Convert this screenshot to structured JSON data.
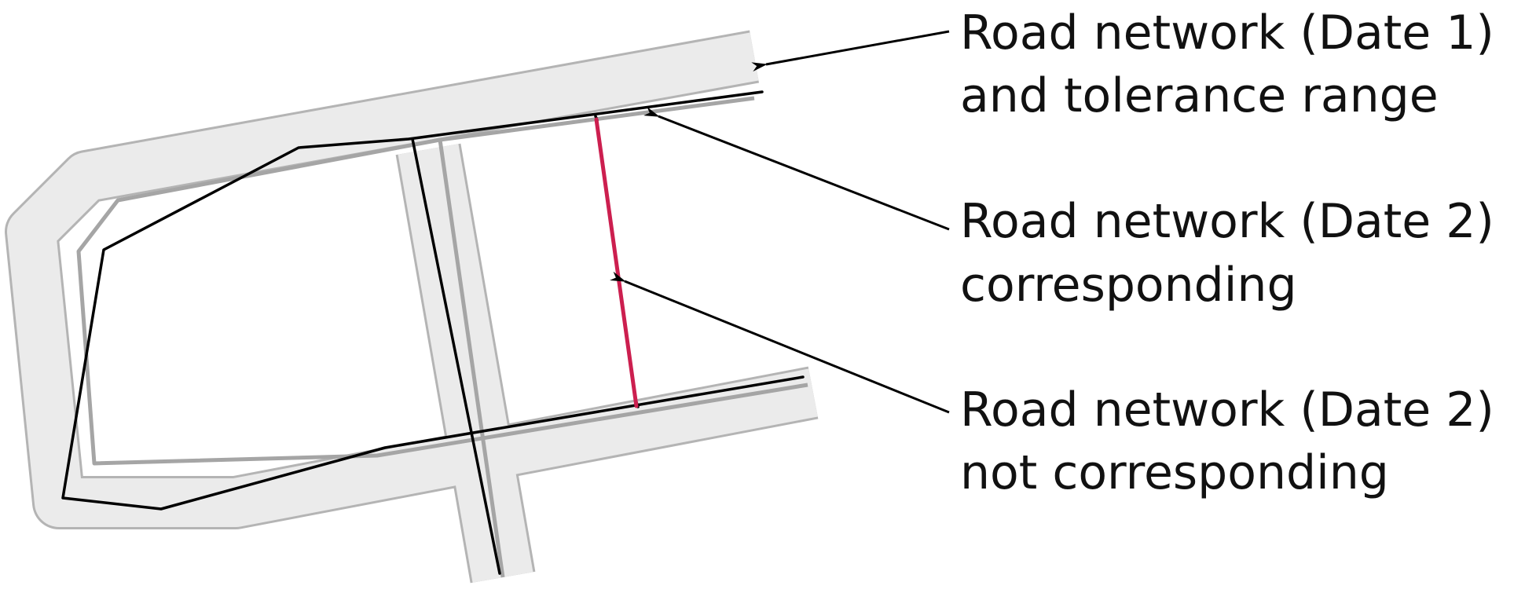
{
  "legend": [
    {
      "line1": "Road network (Date 1)",
      "line2": "and tolerance range"
    },
    {
      "line1": "Road network (Date 2)",
      "line2": "corresponding"
    },
    {
      "line1": "Road network (Date 2)",
      "line2": "not corresponding"
    }
  ],
  "colors": {
    "tolerance_fill": "#ebebeb",
    "tolerance_edge": "#b4b4b4",
    "date1_centerline": "#a5a5a5",
    "date2_corresponding": "#000000",
    "date2_not_corresponding": "#cc1f4f",
    "arrow": "#000000"
  }
}
